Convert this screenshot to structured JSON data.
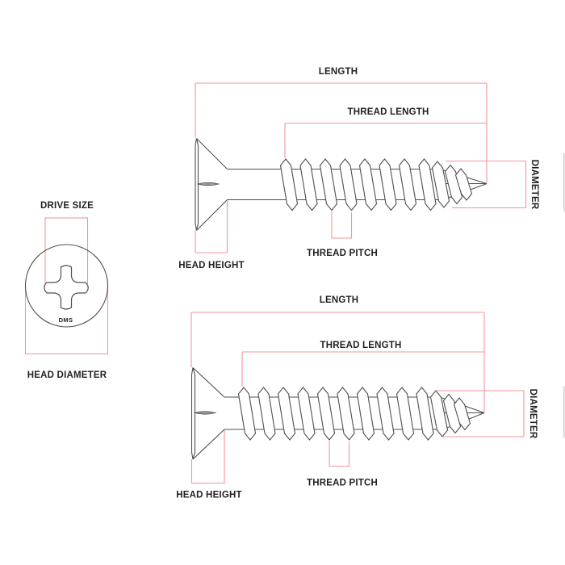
{
  "palette": {
    "background": "#ffffff",
    "dimension_line_color": "#f2969b",
    "drawing_line_color": "#4f4f4f",
    "text_color": "#231f20"
  },
  "drive_view": {
    "title": "DRIVE SIZE",
    "drive_code": "DMS",
    "head_label": "HEAD DIAMETER"
  },
  "top_screw": {
    "length_label": "LENGTH",
    "thread_length_label": "THREAD LENGTH",
    "diameter_label": "DIAMETER",
    "head_height_label": "HEAD HEIGHT",
    "thread_pitch_label": "THREAD PITCH"
  },
  "bottom_screw": {
    "length_label": "LENGTH",
    "thread_length_label": "THREAD LENGTH",
    "diameter_label": "DIAMETER",
    "head_height_label": "HEAD HEIGHT",
    "thread_pitch_label": "THREAD PITCH"
  }
}
